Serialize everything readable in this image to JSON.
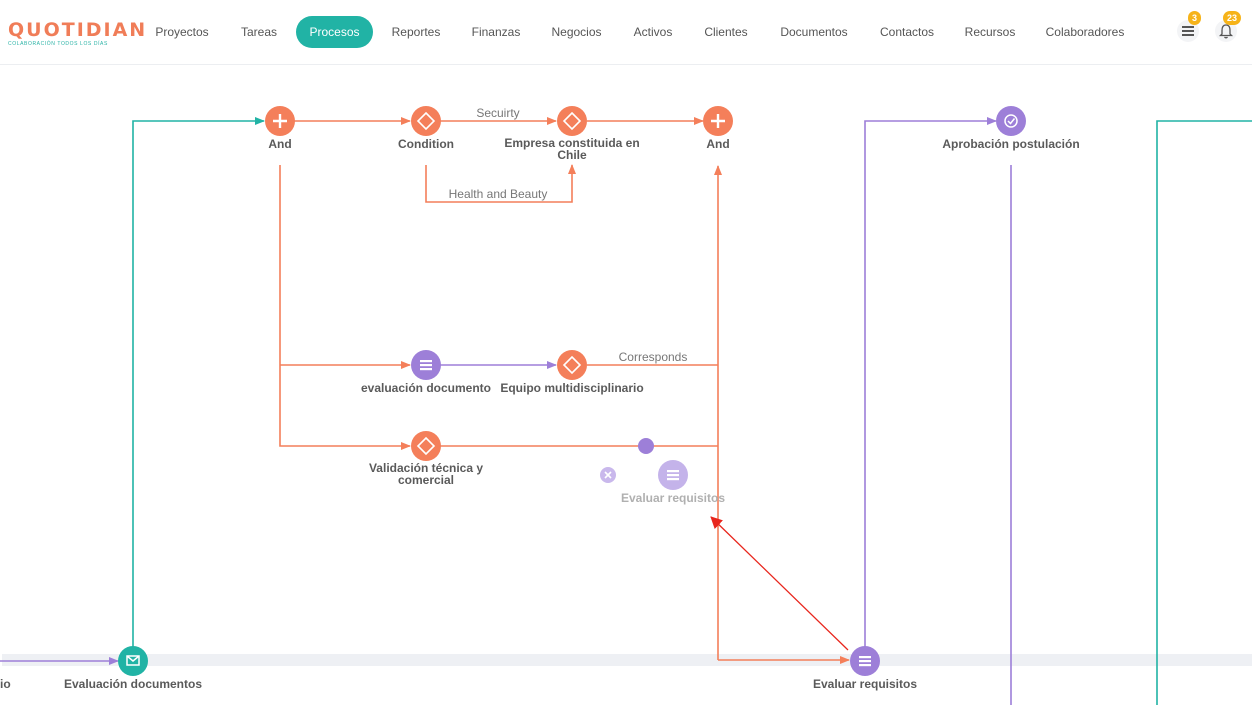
{
  "app": {
    "logo_text": "QUOTIDIAN",
    "logo_tagline": "COLABORACIÓN TODOS LOS DÍAS"
  },
  "nav": {
    "items": [
      "Proyectos",
      "Tareas",
      "Procesos",
      "Reportes",
      "Finanzas",
      "Negocios",
      "Activos",
      "Clientes",
      "Documentos",
      "Contactos",
      "Recursos",
      "Colaboradores"
    ],
    "active": "Procesos"
  },
  "toolbar": {
    "tasks_badge": "3",
    "notifications_badge": "23",
    "tasks_icon": "list-icon",
    "notifications_icon": "bell-icon"
  },
  "colors": {
    "orange": "#f47f5a",
    "purple": "#9d7fd8",
    "teal": "#21b3a5",
    "red_arrow": "#e8251c",
    "badge": "#f6b319"
  },
  "diagram": {
    "nodes": {
      "and_start": "And",
      "condition": "Condition",
      "empresa": "Empresa constituida en Chile",
      "and_end": "And",
      "aprobacion": "Aprobación postulación",
      "evaluacion_documento": "evaluación documento",
      "equipo": "Equipo multidisciplinario",
      "validacion": "Validación técnica y comercial",
      "evaluar_ghost": "Evaluar requisitos",
      "evaluacion_documentos": "Evaluación documentos",
      "evaluar_requisitos": "Evaluar requisitos",
      "cut_label": "io"
    },
    "edges": {
      "security": "Secuirty",
      "health": "Health and Beauty",
      "corresponds": "Corresponds"
    }
  }
}
